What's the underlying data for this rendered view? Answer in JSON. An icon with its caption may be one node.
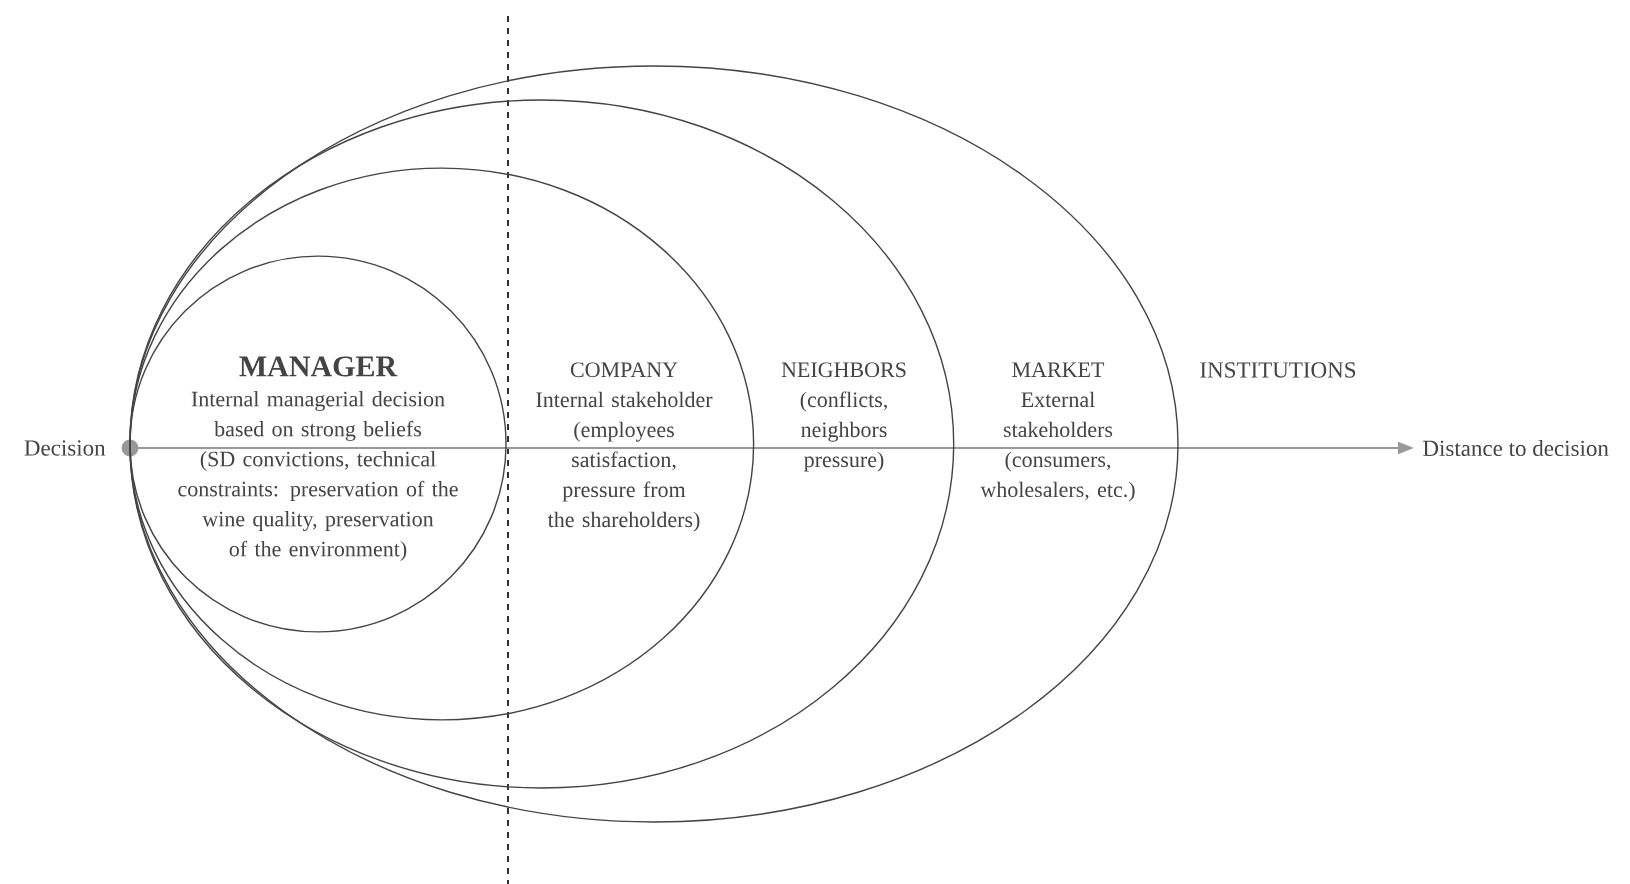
{
  "diagram": {
    "nodes": [
      {
        "text": [
          "MARKET",
          "External stakeholders (consumers, wholesalers, etc.)"
        ]
      },
      {
        "text": [
          "NEIGHBORS",
          "(conflicts, neighbors pressure)"
        ],
        "in": 0
      },
      {
        "text": [
          "COMPANY",
          "Internal stakeholder (employees satisfaction, pressure from the shareholders)"
        ],
        "in": 1
      },
      {
        "text": [
          "MANAGER",
          "Internal managerial decision based on strong beliefs (SD convictions, technical constraints: preservation of the wine quality, preservation of the environment)"
        ],
        "in": 2
      }
    ],
    "labels": [
      "INSTITUTIONS",
      "Decision",
      "Distance to decision"
    ]
  }
}
